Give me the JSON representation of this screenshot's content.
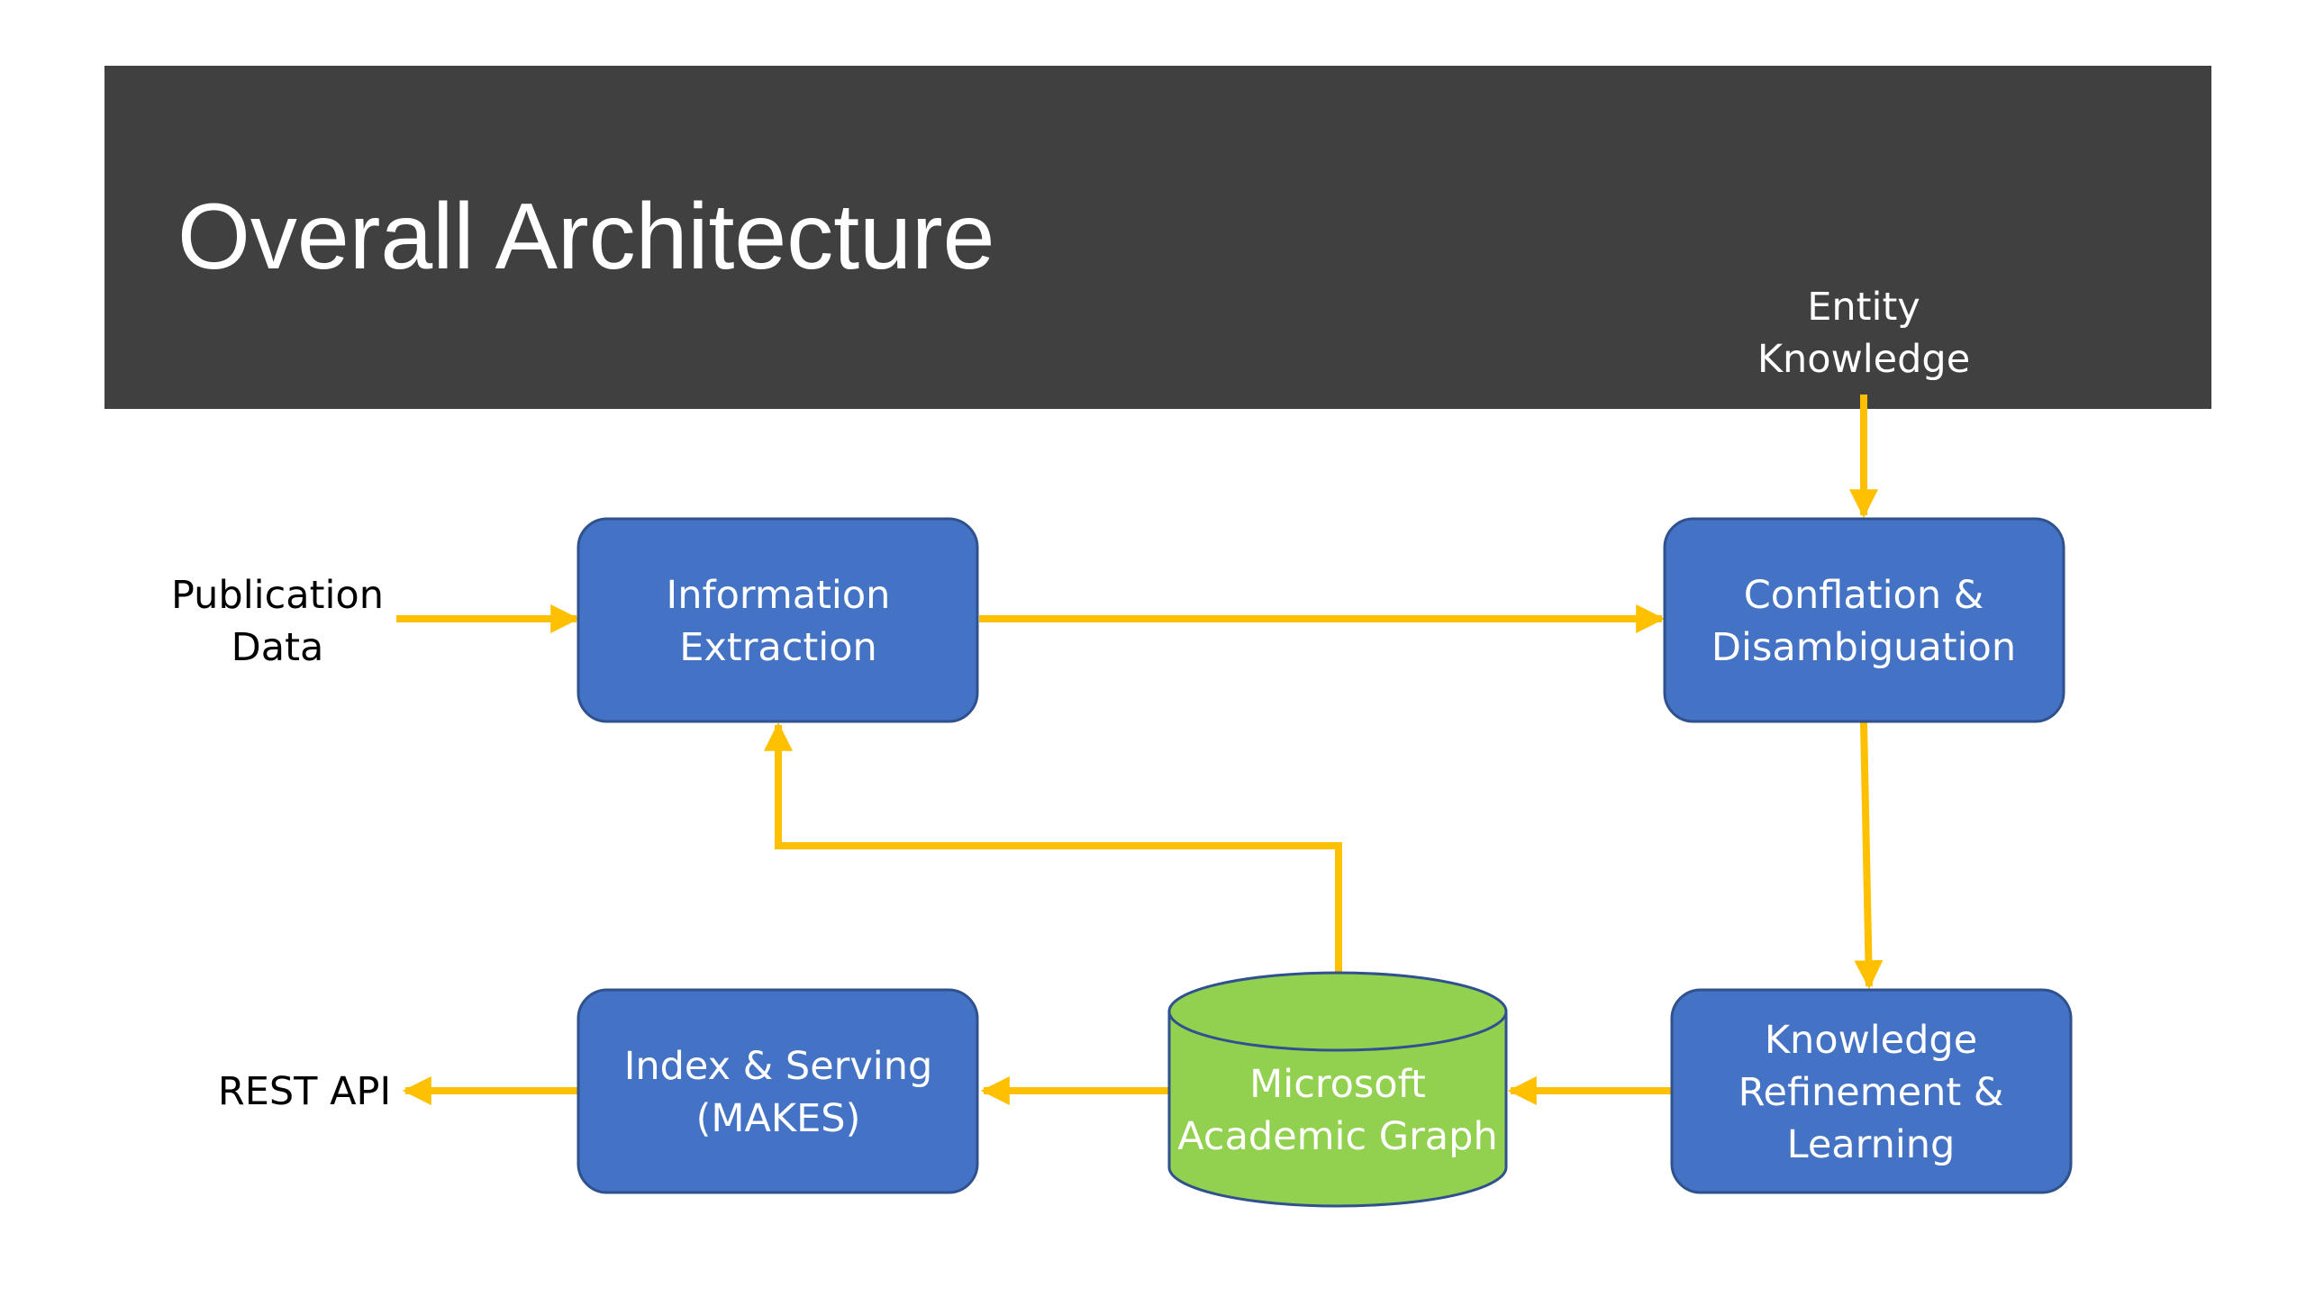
{
  "slide": {
    "title": "Overall Architecture"
  },
  "colors": {
    "banner": "#404040",
    "box_fill": "#4472c4",
    "box_stroke": "#2f528f",
    "database_fill": "#92d050",
    "arrow": "#ffc000"
  },
  "nodes": {
    "publication_data": [
      "Publication",
      "Data"
    ],
    "entity_knowledge": [
      "Entity",
      "Knowledge"
    ],
    "information_extraction": [
      "Information",
      "Extraction"
    ],
    "conflation": [
      "Conflation &",
      "Disambiguation"
    ],
    "knowledge_refinement": [
      "Knowledge",
      "Refinement &",
      "Learning"
    ],
    "mag": [
      "Microsoft",
      "Academic Graph"
    ],
    "index_serving": [
      "Index & Serving",
      "(MAKES)"
    ],
    "rest_api": [
      "REST API"
    ]
  }
}
